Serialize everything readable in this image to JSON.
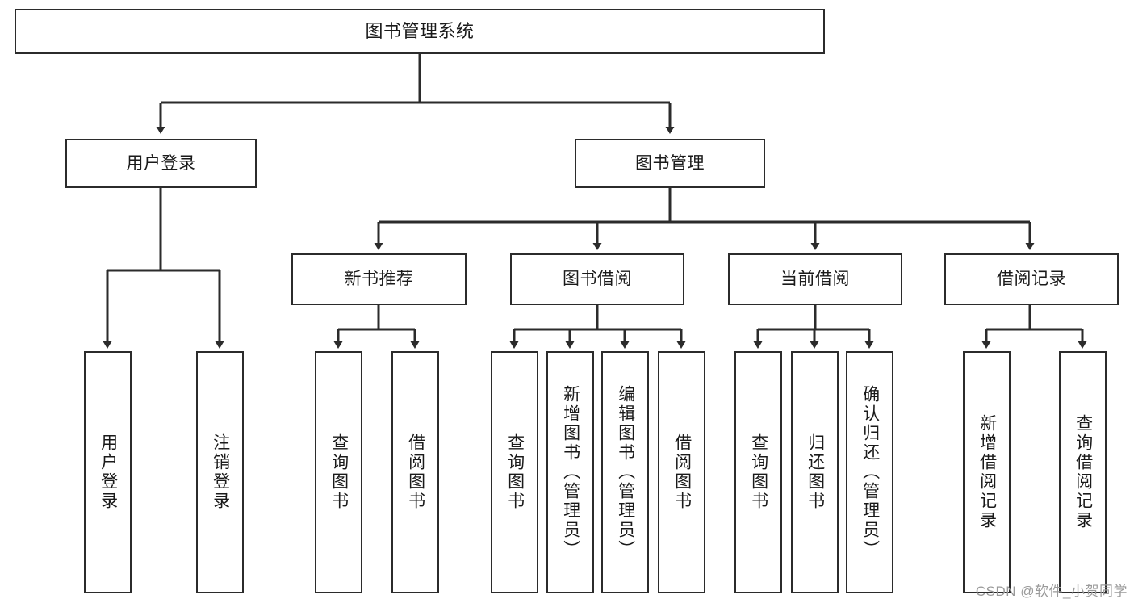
{
  "diagram": {
    "title": "图书管理系统",
    "type": "hierarchy-tree",
    "watermark": "CSDN @软件_小贺同学",
    "colors": {
      "box_border": "#2b2b2b",
      "box_fill": "#ffffff",
      "connector": "#2b2b2b",
      "text": "#1a1a1a",
      "watermark": "#9a9a9a"
    },
    "levels": {
      "level1": "root",
      "level2": "modules",
      "level3": "submodules",
      "level4": "functions"
    },
    "nodes": {
      "root": {
        "label": "图书管理系统"
      },
      "user_login": {
        "label": "用户登录"
      },
      "book_manage": {
        "label": "图书管理"
      },
      "new_book_rec": {
        "label": "新书推荐"
      },
      "book_borrow": {
        "label": "图书借阅"
      },
      "current_borrow": {
        "label": "当前借阅"
      },
      "borrow_record": {
        "label": "借阅记录"
      },
      "leaf_user_login": {
        "label": "用户登录"
      },
      "leaf_user_logout": {
        "label": "注销登录"
      },
      "leaf_query_book_a": {
        "label": "查询图书"
      },
      "leaf_borrow_book_a": {
        "label": "借阅图书"
      },
      "leaf_query_book_b": {
        "label": "查询图书"
      },
      "leaf_add_book": {
        "label": "新增图书（管理员）"
      },
      "leaf_edit_book": {
        "label": "编辑图书（管理员）"
      },
      "leaf_borrow_book_b": {
        "label": "借阅图书"
      },
      "leaf_query_book_c": {
        "label": "查询图书"
      },
      "leaf_return_book": {
        "label": "归还图书"
      },
      "leaf_confirm_return": {
        "label": "确认归还（管理员）"
      },
      "leaf_add_record": {
        "label": "新增借阅记录"
      },
      "leaf_query_record": {
        "label": "查询借阅记录"
      }
    },
    "edges": [
      {
        "from": "root",
        "to": "user_login"
      },
      {
        "from": "root",
        "to": "book_manage"
      },
      {
        "from": "user_login",
        "to": "leaf_user_login"
      },
      {
        "from": "user_login",
        "to": "leaf_user_logout"
      },
      {
        "from": "book_manage",
        "to": "new_book_rec"
      },
      {
        "from": "book_manage",
        "to": "book_borrow"
      },
      {
        "from": "book_manage",
        "to": "current_borrow"
      },
      {
        "from": "book_manage",
        "to": "borrow_record"
      },
      {
        "from": "new_book_rec",
        "to": "leaf_query_book_a"
      },
      {
        "from": "new_book_rec",
        "to": "leaf_borrow_book_a"
      },
      {
        "from": "book_borrow",
        "to": "leaf_query_book_b"
      },
      {
        "from": "book_borrow",
        "to": "leaf_add_book"
      },
      {
        "from": "book_borrow",
        "to": "leaf_edit_book"
      },
      {
        "from": "book_borrow",
        "to": "leaf_borrow_book_b"
      },
      {
        "from": "current_borrow",
        "to": "leaf_query_book_c"
      },
      {
        "from": "current_borrow",
        "to": "leaf_return_book"
      },
      {
        "from": "current_borrow",
        "to": "leaf_confirm_return"
      },
      {
        "from": "borrow_record",
        "to": "leaf_add_record"
      },
      {
        "from": "borrow_record",
        "to": "leaf_query_record"
      }
    ]
  }
}
